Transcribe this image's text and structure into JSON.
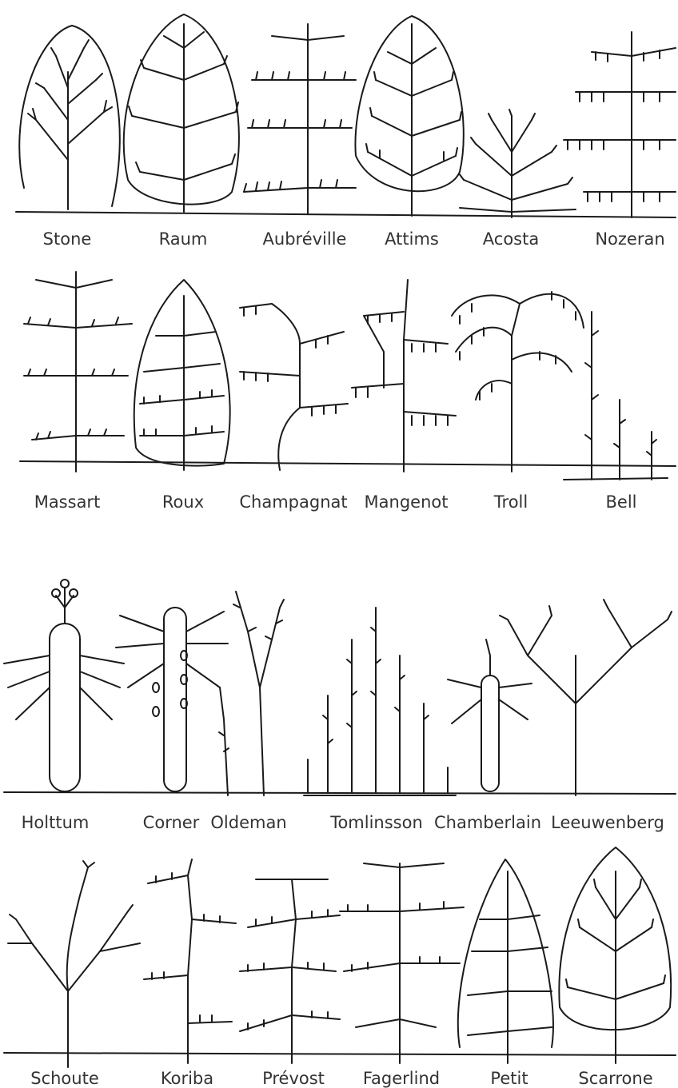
{
  "models": [
    {
      "row": 0,
      "name": "Stone"
    },
    {
      "row": 0,
      "name": "Raum"
    },
    {
      "row": 0,
      "name": "Aubréville"
    },
    {
      "row": 0,
      "name": "Attims"
    },
    {
      "row": 0,
      "name": "Acosta"
    },
    {
      "row": 0,
      "name": "Nozeran"
    },
    {
      "row": 1,
      "name": "Massart"
    },
    {
      "row": 1,
      "name": "Roux"
    },
    {
      "row": 1,
      "name": "Champagnat"
    },
    {
      "row": 1,
      "name": "Mangenot"
    },
    {
      "row": 1,
      "name": "Troll"
    },
    {
      "row": 1,
      "name": "Bell"
    },
    {
      "row": 2,
      "name": "Holttum"
    },
    {
      "row": 2,
      "name": "Corner"
    },
    {
      "row": 2,
      "name": "Oldeman"
    },
    {
      "row": 2,
      "name": "Tomlinsson"
    },
    {
      "row": 2,
      "name": "Chamberlain"
    },
    {
      "row": 2,
      "name": "Leeuwenberg"
    },
    {
      "row": 3,
      "name": "Schoute"
    },
    {
      "row": 3,
      "name": "Koriba"
    },
    {
      "row": 3,
      "name": "Prévost"
    },
    {
      "row": 3,
      "name": "Fagerlind"
    },
    {
      "row": 3,
      "name": "Petit"
    },
    {
      "row": 3,
      "name": "Scarrone"
    }
  ],
  "colors": {
    "ink": "#1a1a1a",
    "label": "#333333",
    "background": "#ffffff"
  }
}
